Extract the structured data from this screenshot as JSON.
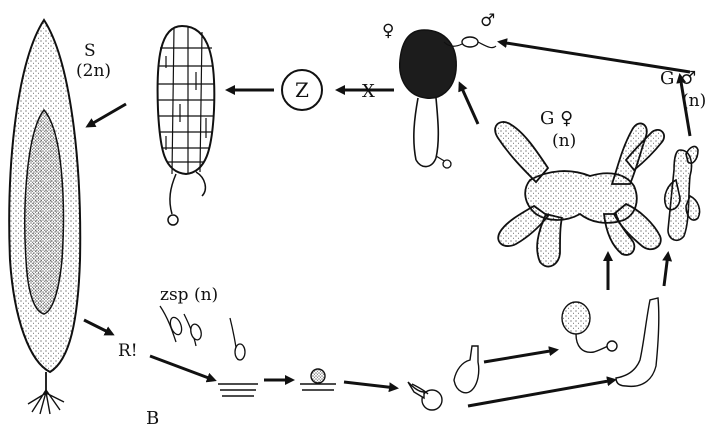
{
  "labels": {
    "sporophyte": "S",
    "sporophyte_ploidy": "(2n)",
    "zygote": "Z",
    "fusion": "X",
    "female_symbol": "♀",
    "male_symbol": "♂",
    "female_gametophyte": "G ♀",
    "female_gametophyte_ploidy": "(n)",
    "male_gametophyte": "G ♂",
    "male_gametophyte_ploidy": "(n)",
    "meiosis": "R!",
    "zoospores": "zsp (n)",
    "panel_letter": "B"
  }
}
